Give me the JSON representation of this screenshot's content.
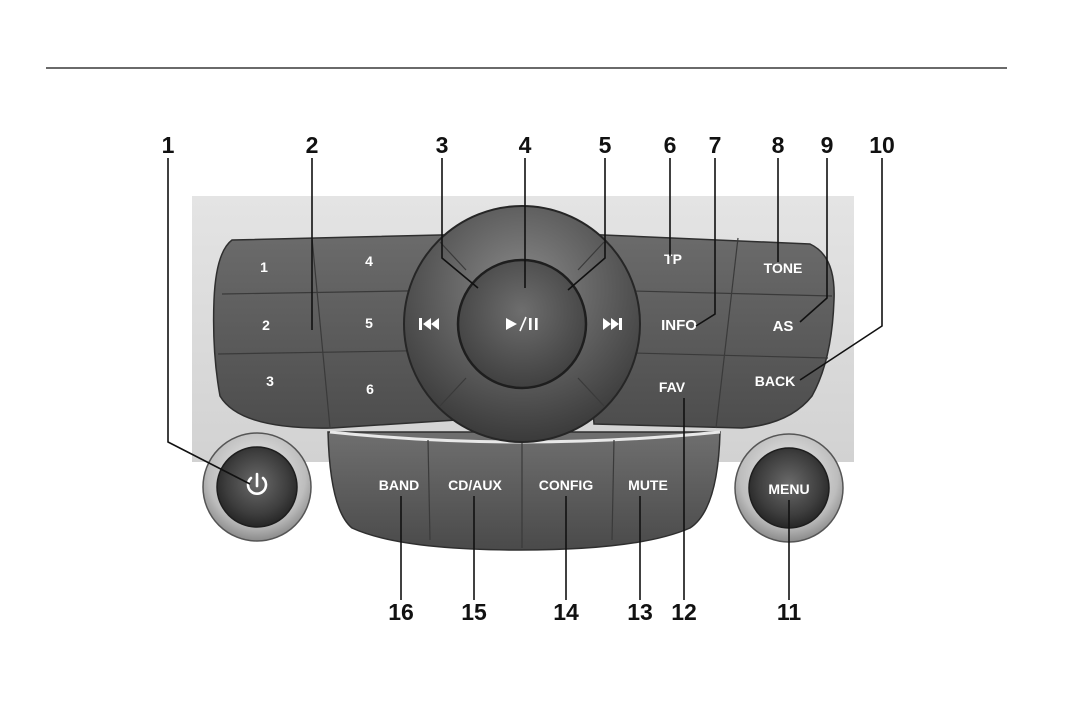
{
  "callouts_top": [
    "1",
    "2",
    "3",
    "4",
    "5",
    "6",
    "7",
    "8",
    "9",
    "10"
  ],
  "callouts_bottom": [
    "16",
    "15",
    "14",
    "13",
    "12",
    "11"
  ],
  "buttons": {
    "preset_1": "1",
    "preset_2": "2",
    "preset_3": "3",
    "preset_4": "4",
    "preset_5": "5",
    "preset_6": "6",
    "tp": "TP",
    "info": "INFO",
    "fav": "FAV",
    "tone": "TONE",
    "as": "AS",
    "back": "BACK",
    "band": "BAND",
    "cd_aux": "CD/AUX",
    "config": "CONFIG",
    "mute": "MUTE",
    "menu": "MENU"
  },
  "icons": {
    "power": "power-icon",
    "previous": "skip-previous-icon",
    "play_pause": "play-pause-icon",
    "next": "skip-next-icon"
  }
}
